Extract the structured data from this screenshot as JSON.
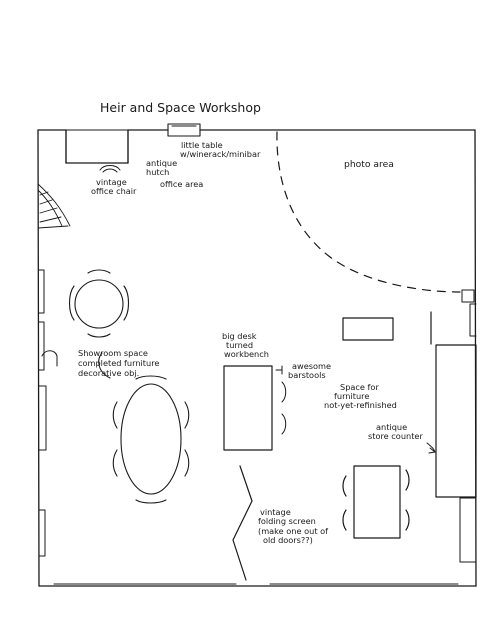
{
  "title": "Heir and Space Workshop",
  "labels": {
    "little_table": [
      "little table",
      "w/winerack/minibar"
    ],
    "antique_hutch": [
      "antique",
      "hutch"
    ],
    "office_area": "office area",
    "vintage_office_chair": [
      "vintage",
      "office chair"
    ],
    "photo_area": "photo area",
    "showroom": [
      "Showroom space",
      "completed furniture",
      "decorative obj."
    ],
    "big_desk": [
      "big desk",
      "turned",
      "workbench"
    ],
    "barstools": [
      "awesome",
      "barstools"
    ],
    "unfinished": [
      "Space for",
      "furniture",
      "not-yet-refinished"
    ],
    "store_counter": [
      "antique",
      "store counter"
    ],
    "folding_screen": [
      "vintage",
      "folding screen",
      "(make one out of",
      "old doors??)"
    ]
  }
}
